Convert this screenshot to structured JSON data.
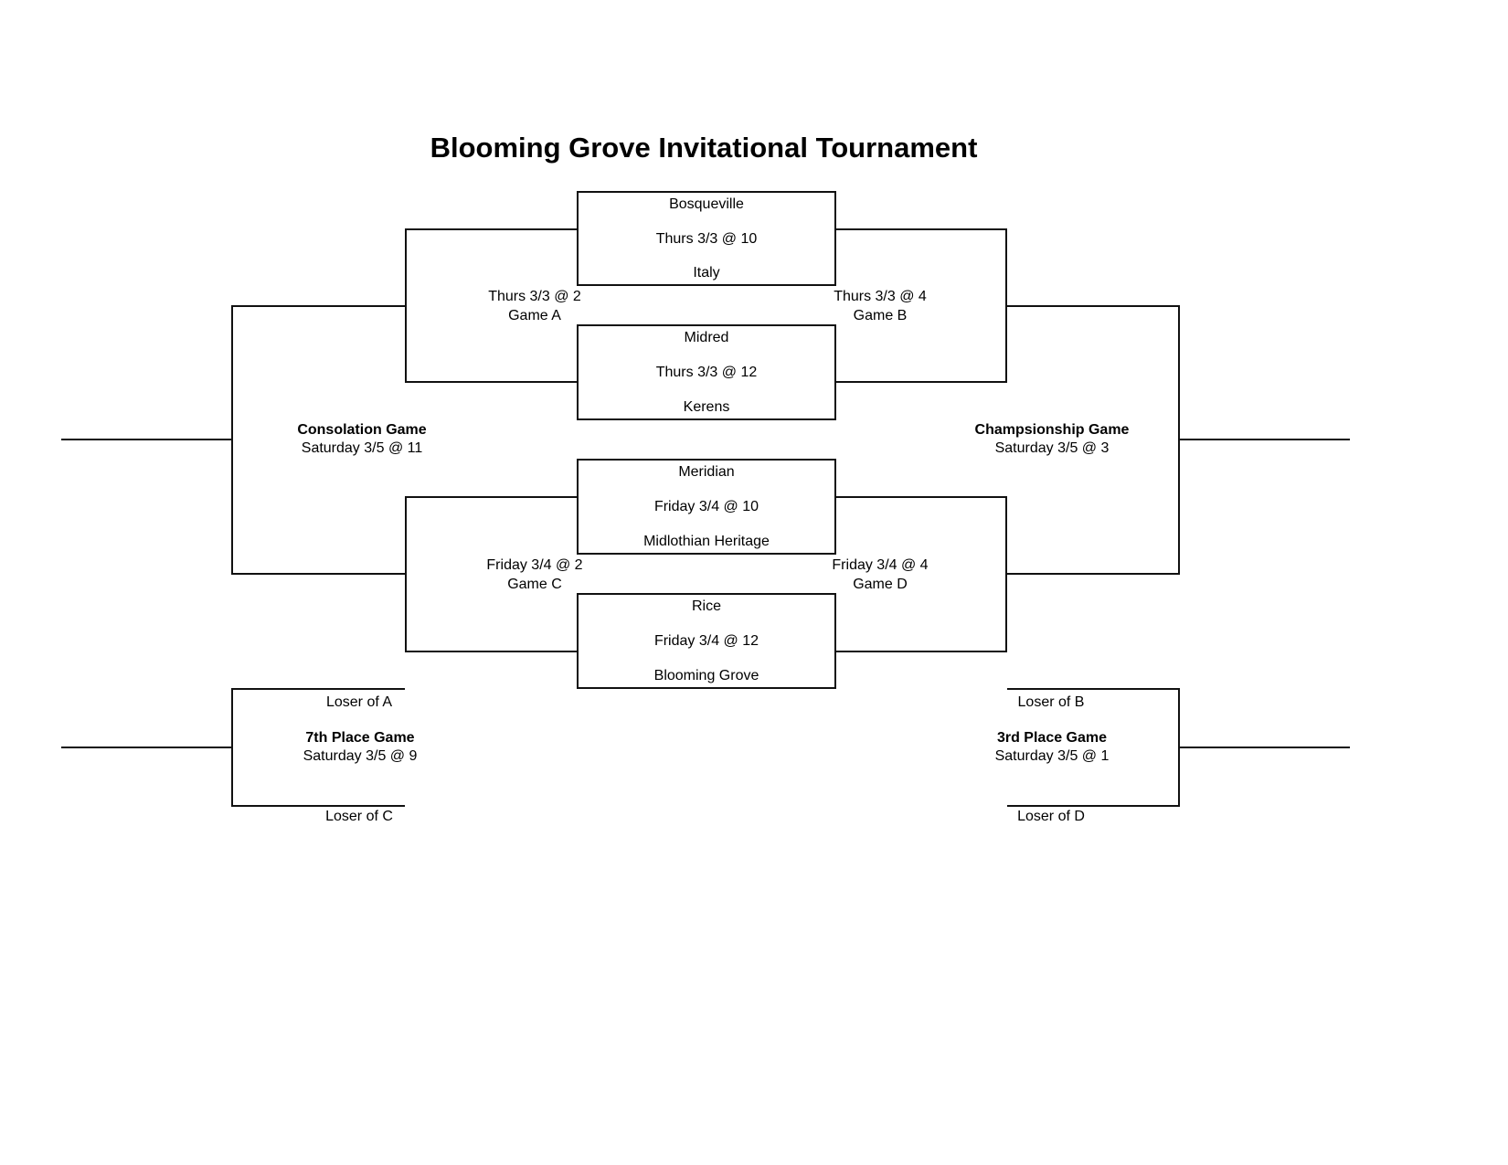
{
  "title": "Blooming Grove Invitational Tournament",
  "matchups": [
    {
      "team_top": "Bosqueville",
      "schedule": "Thurs 3/3 @ 10",
      "team_bottom": "Italy"
    },
    {
      "team_top": "Midred",
      "schedule": "Thurs 3/3 @ 12",
      "team_bottom": "Kerens"
    },
    {
      "team_top": "Meridian",
      "schedule": "Friday 3/4 @ 10",
      "team_bottom": "Midlothian Heritage"
    },
    {
      "team_top": "Rice",
      "schedule": "Friday 3/4 @ 12",
      "team_bottom": "Blooming Grove"
    }
  ],
  "games": [
    {
      "schedule": "Thurs 3/3 @ 2",
      "name": "Game A"
    },
    {
      "schedule": "Thurs 3/3 @ 4",
      "name": "Game B"
    },
    {
      "schedule": "Friday 3/4 @ 2",
      "name": "Game C"
    },
    {
      "schedule": "Friday 3/4 @ 4",
      "name": "Game D"
    }
  ],
  "finals": {
    "consolation": {
      "name": "Consolation Game",
      "schedule": "Saturday 3/5 @ 11"
    },
    "championship": {
      "name": "Champsionship Game",
      "schedule": "Saturday 3/5 @ 3"
    },
    "seventh": {
      "name": "7th Place Game",
      "schedule": "Saturday 3/5 @ 9",
      "loser_top": "Loser of A",
      "loser_bottom": "Loser of C"
    },
    "third": {
      "name": "3rd Place Game",
      "schedule": "Saturday 3/5 @ 1",
      "loser_top": "Loser of B",
      "loser_bottom": "Loser of D"
    }
  },
  "colors": {
    "line": "#111111",
    "text": "#000000",
    "background": "#ffffff"
  }
}
